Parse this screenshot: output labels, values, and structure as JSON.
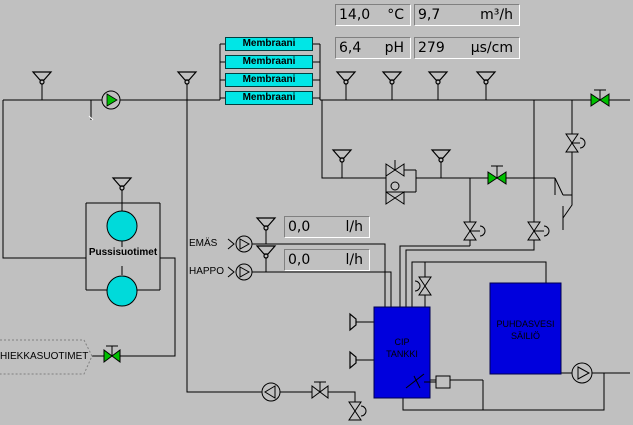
{
  "readouts": {
    "temperature": {
      "value": "14,0",
      "unit": "°C"
    },
    "flow": {
      "value": "9,7",
      "unit": "m³/h"
    },
    "ph": {
      "value": "6,4",
      "unit": "pH"
    },
    "conductivity": {
      "value": "279",
      "unit": "µs/cm"
    },
    "emas_flow": {
      "value": "0,0",
      "unit": "l/h"
    },
    "happo_flow": {
      "value": "0,0",
      "unit": "l/h"
    }
  },
  "membranes": [
    "Membraani",
    "Membraani",
    "Membraani",
    "Membraani"
  ],
  "labels": {
    "emas": "EMÄS",
    "happo": "HAPPO",
    "pussisuotimet": "Pussisuotimet",
    "hiekkasuotimet": "HIEKKASUOTIMET",
    "cip_tank_line1": "CIP",
    "cip_tank_line2": "TANKKI",
    "clean_tank_line1": "PUHDASVESI",
    "clean_tank_line2": "SÄILIÖ"
  },
  "colors": {
    "background": "#c0c0c0",
    "pipe": "#000000",
    "membrane": "#00e6e6",
    "tank": "#0000dd",
    "filter_vessel": "#00dada",
    "valve_open": "#00c000"
  }
}
